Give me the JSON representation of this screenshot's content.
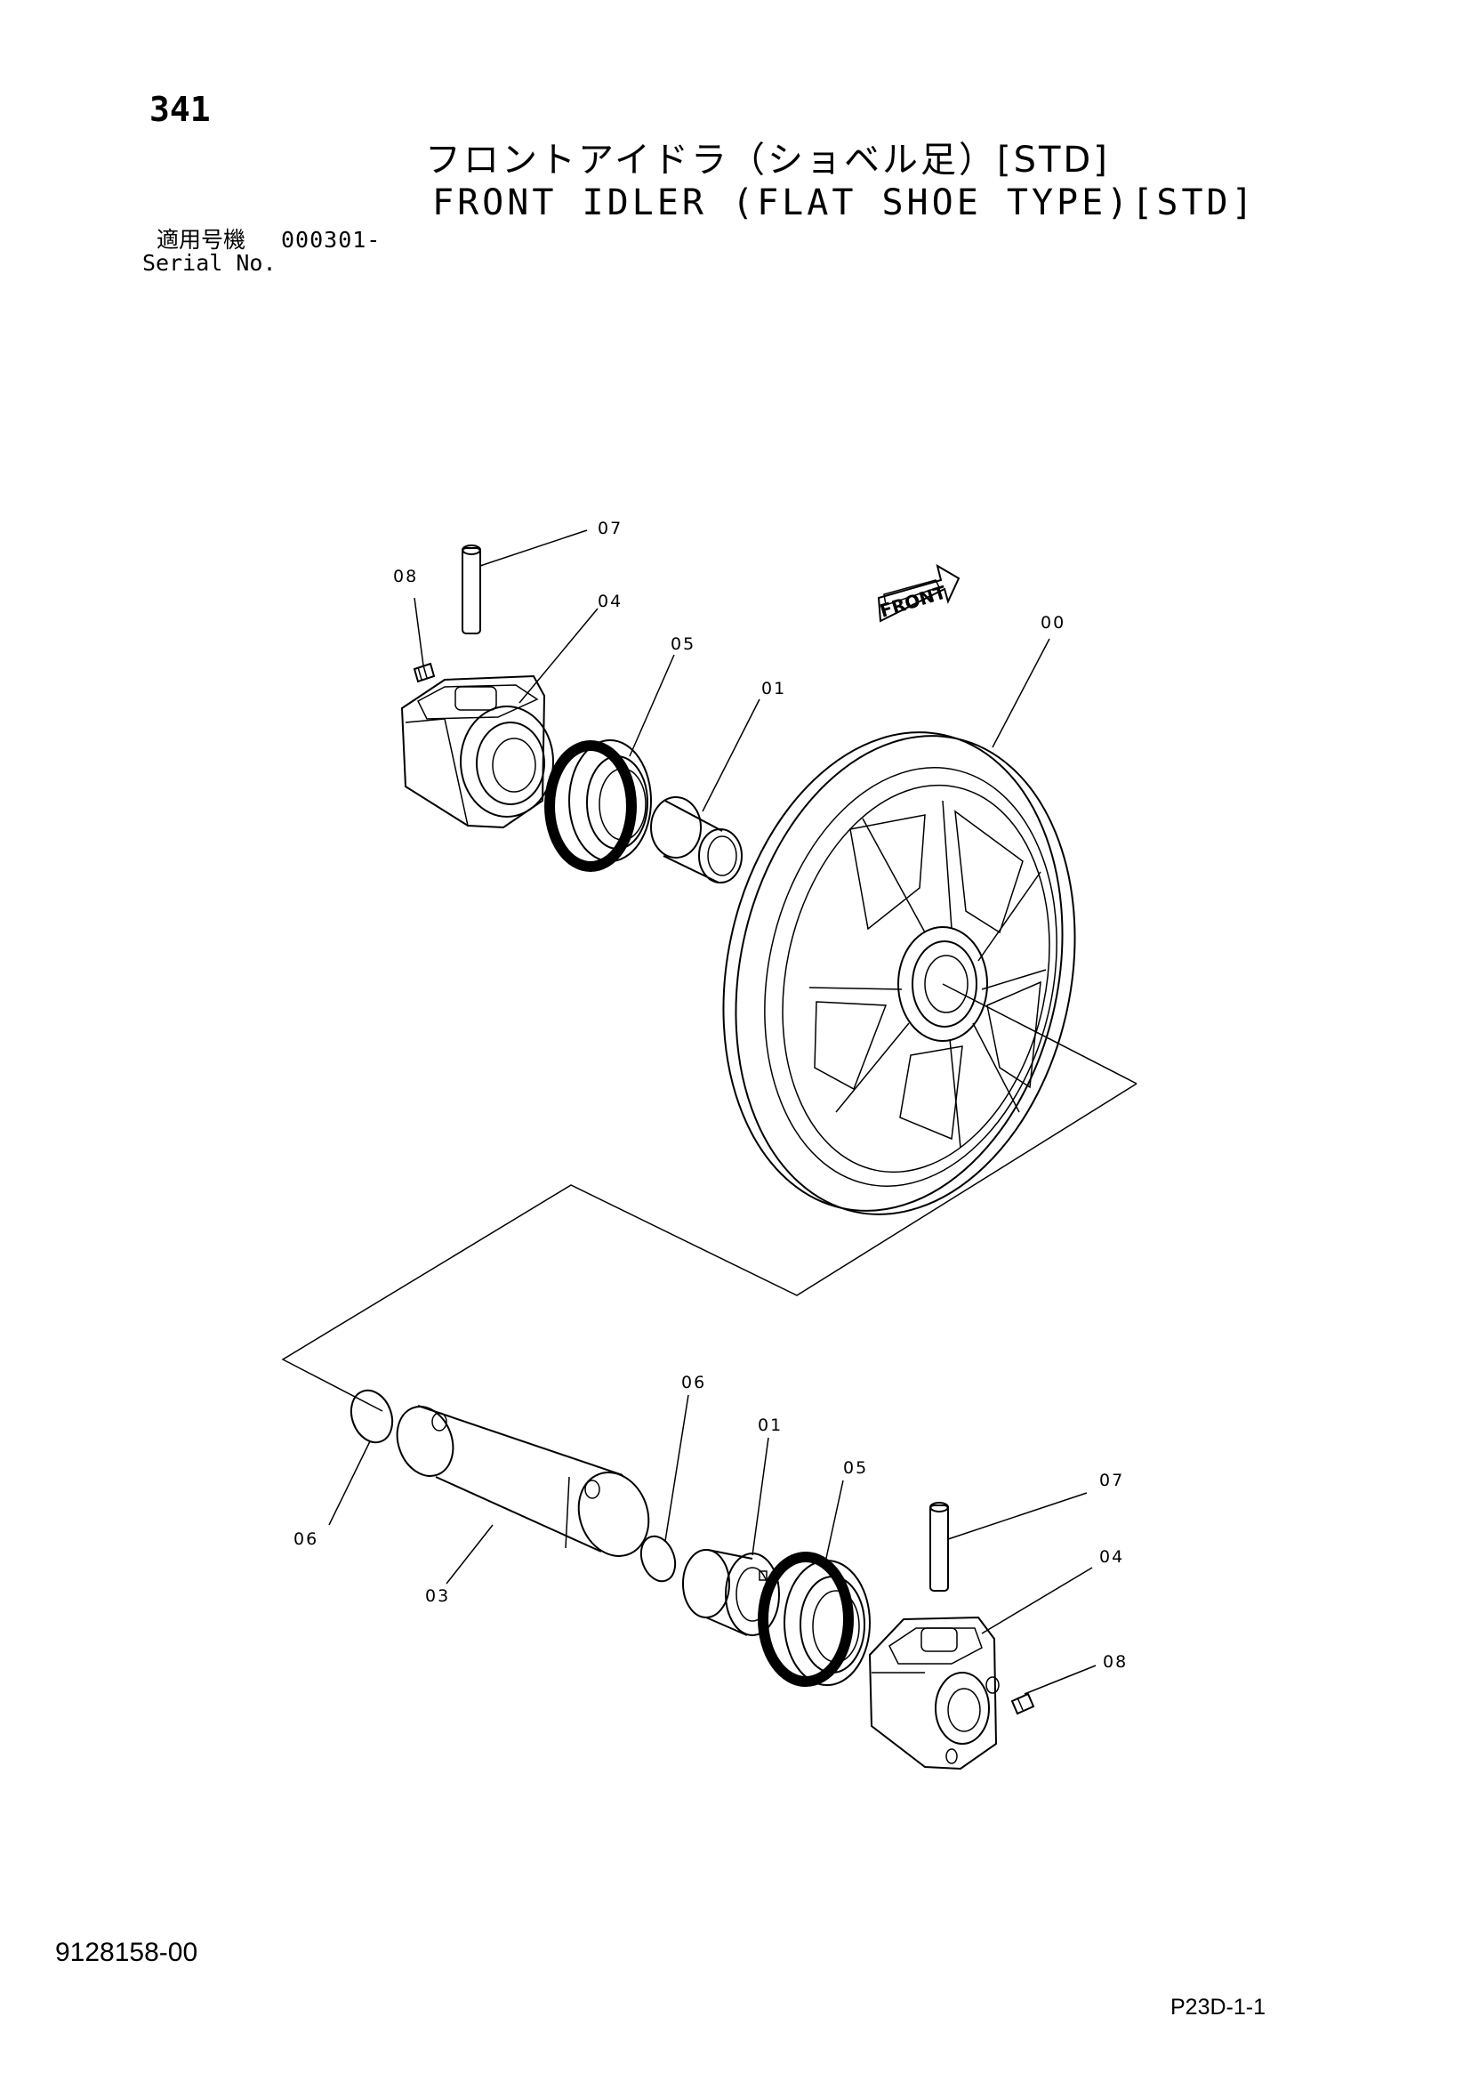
{
  "header": {
    "page_number": "341",
    "title_jp": "フロントアイドラ（ショベル足）[STD]",
    "title_en": "FRONT IDLER (FLAT SHOE TYPE)[STD]",
    "serial_label_jp": "適用号機",
    "serial_value": "000301-",
    "serial_label_en": "Serial No."
  },
  "footer": {
    "doc_number": "9128158-00",
    "page_code": "P23D-1-1"
  },
  "diagram": {
    "front_arrow_text": "FRONT",
    "callouts": {
      "upper_07": "07",
      "upper_08": "08",
      "upper_04": "04",
      "upper_05": "05",
      "upper_01": "01",
      "idler_00": "00",
      "lower_06_left": "06",
      "lower_03": "03",
      "lower_06_right": "06",
      "lower_01": "01",
      "lower_05": "05",
      "lower_07": "07",
      "lower_04": "04",
      "lower_08": "08"
    }
  }
}
